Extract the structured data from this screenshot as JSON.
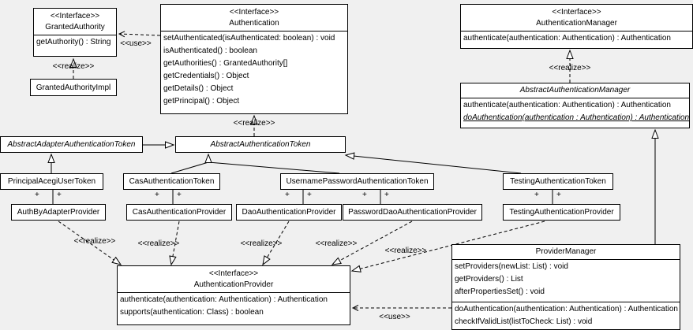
{
  "edge_labels": {
    "use": "<<use>>",
    "realize": "<<realize>>",
    "plus": "+"
  },
  "classes": {
    "granted_authority": {
      "stereotype": "<<Interface>>",
      "name": "GrantedAuthority",
      "methods": [
        "getAuthority() : String"
      ]
    },
    "authentication": {
      "stereotype": "<<Interface>>",
      "name": "Authentication",
      "methods": [
        "setAuthenticated(isAuthenticated: boolean) : void",
        "isAuthenticated() : boolean",
        "getAuthorities() : GrantedAuthority[]",
        "getCredentials() : Object",
        "getDetails() : Object",
        "getPrincipal() : Object"
      ]
    },
    "authentication_manager": {
      "stereotype": "<<Interface>>",
      "name": "AuthenticationManager",
      "methods": [
        "authenticate(authentication: Authentication) : Authentication"
      ]
    },
    "granted_authority_impl": {
      "name": "GrantedAuthorityImpl"
    },
    "abstract_authentication_manager": {
      "name": "AbstractAuthenticationManager",
      "methods": [
        "authenticate(authentication: Authentication) : Authentication",
        "doAuthentication(authentication : Authentication) : Authentication"
      ]
    },
    "abstract_adapter_authentication_token": {
      "name": "AbstractAdapterAuthenticationToken"
    },
    "abstract_authentication_token": {
      "name": "AbstractAuthenticationToken"
    },
    "principal_acegi_user_token": {
      "name": "PrincipalAcegiUserToken"
    },
    "cas_authentication_token": {
      "name": "CasAuthenticationToken"
    },
    "username_password_authentication_token": {
      "name": "UsernamePasswordAuthenticationToken"
    },
    "testing_authentication_token": {
      "name": "TestingAuthenticationToken"
    },
    "auth_by_adapter_provider": {
      "name": "AuthByAdapterProvider"
    },
    "cas_authentication_provider": {
      "name": "CasAuthenticationProvider"
    },
    "dao_authentication_provider": {
      "name": "DaoAuthenticationProvider"
    },
    "password_dao_authentication_provider": {
      "name": "PasswordDaoAuthenticationProvider"
    },
    "testing_authentication_provider": {
      "name": "TestingAuthenticationProvider"
    },
    "authentication_provider": {
      "stereotype": "<<Interface>>",
      "name": "AuthenticationProvider",
      "methods": [
        "authenticate(authentication: Authentication) : Authentication",
        "supports(authentication: Class) : boolean"
      ]
    },
    "provider_manager": {
      "name": "ProviderManager",
      "methods": [
        "setProviders(newList: List) : void",
        "getProviders() : List",
        "afterPropertiesSet() : void",
        "doAuthentication(authentication: Authentication) : Authentication",
        "checkIfValidList(listToCheck: List) : void"
      ]
    }
  }
}
